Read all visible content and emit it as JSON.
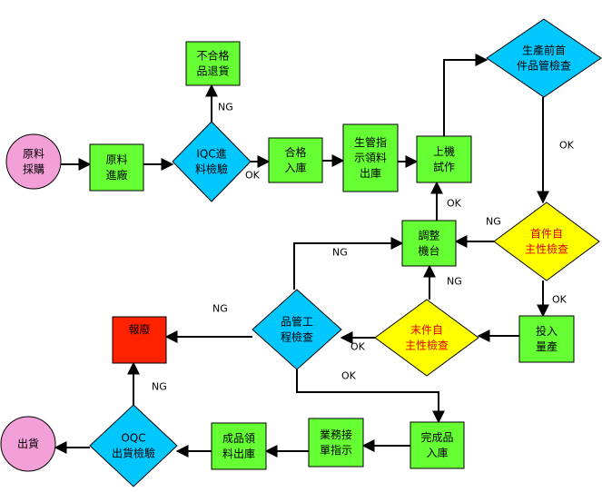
{
  "colors": {
    "process": "#66ff33",
    "decision_blue": "#00c8ff",
    "decision_yellow": "#ffff00",
    "terminal": "#f4a0d8",
    "scrap": "#ff2200",
    "red_text": "#e00000",
    "stroke": "#000000"
  },
  "nodes": {
    "raw_purchase": [
      "原料",
      "採購"
    ],
    "raw_incoming": [
      "原料",
      "進廠"
    ],
    "iqc": [
      "IQC進",
      "料檢驗"
    ],
    "reject_return": [
      "不合格",
      "品退貨"
    ],
    "accept_store": [
      "合格",
      "入庫"
    ],
    "production_pick": [
      "生管指",
      "示領料",
      "出庫"
    ],
    "trial_run": [
      "上機",
      "試作"
    ],
    "first_article_check": [
      "生產前首",
      "件品管檢查"
    ],
    "first_self_check": [
      "首件自",
      "主性檢查"
    ],
    "adjust_machine": [
      "調整",
      "機台"
    ],
    "mass_production": [
      "投入",
      "量產"
    ],
    "last_self_check": [
      "末件自",
      "主性檢查"
    ],
    "qc_check": [
      "品管工",
      "程檢查"
    ],
    "scrap": [
      "報廢"
    ],
    "finished_store": [
      "完成品",
      "入庫"
    ],
    "sales_instruction": [
      "業務接",
      "單指示"
    ],
    "finished_pick": [
      "成品領",
      "料出庫"
    ],
    "oqc": [
      "OQC",
      "出貨檢驗"
    ],
    "shipment": [
      "出貨"
    ]
  },
  "edge_labels": {
    "iqc_ng": "NG",
    "iqc_ok": "OK",
    "trial_ok": "OK",
    "first_article_ok": "OK",
    "first_self_ng": "NG",
    "first_self_ok": "OK",
    "last_self_ng": "NG",
    "last_self_ok": "OK",
    "qc_ng_adjust": "NG",
    "qc_ng_scrap": "NG",
    "qc_ok": "OK",
    "oqc_ng": "NG"
  }
}
